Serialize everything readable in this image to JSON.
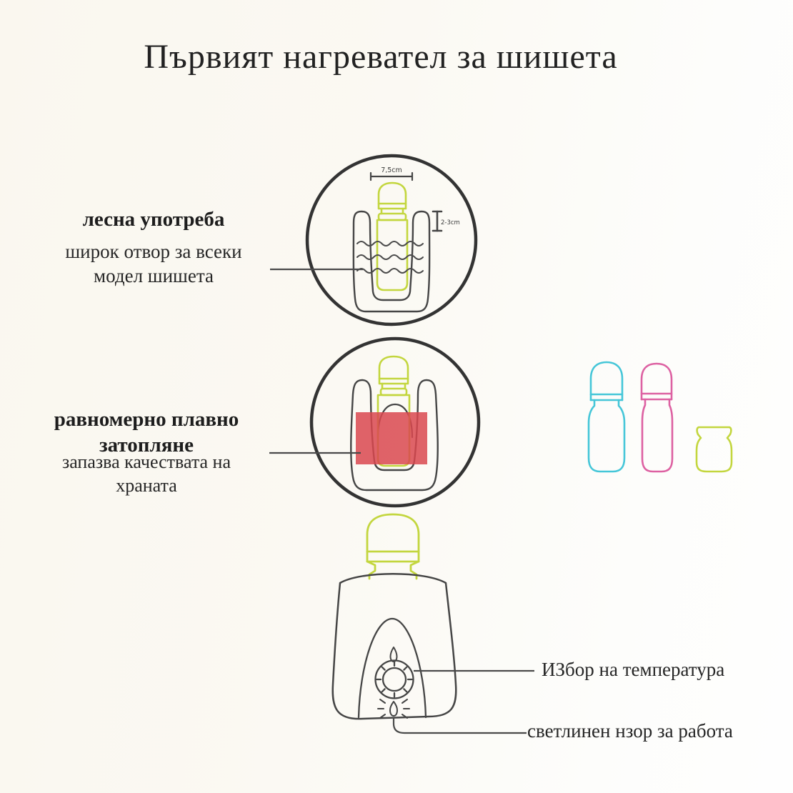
{
  "title": "Първият нагревател за шишета",
  "colors": {
    "lime": "#c3d63e",
    "cyan": "#45c6d8",
    "pink": "#dd61a2",
    "red": "#d9484f",
    "outline": "#454545",
    "circle": "#333333",
    "connector": "#4a4a4a"
  },
  "features": [
    {
      "heading_lines": [
        "лесна употреба"
      ],
      "body_lines": [
        "широк отвор за всеки",
        "модел шишета"
      ]
    },
    {
      "heading_lines": [
        "равномерно плавно",
        "затопляне"
      ],
      "body_lines": [
        "запазва качествата на",
        "храната"
      ]
    }
  ],
  "measurements": {
    "width_label": "7,5cm",
    "depth_label": "2-3cm"
  },
  "controls": {
    "dial_label": "ИЗбор на температура",
    "light_label": "светлинен нзор за работа"
  }
}
